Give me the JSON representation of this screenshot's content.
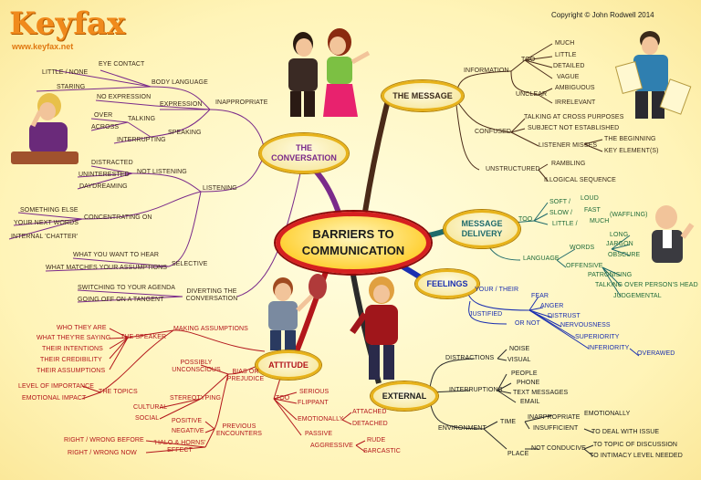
{
  "logo": {
    "title": "Keyfax",
    "url": "www.keyfax.net"
  },
  "copyright": "Copyright © John Rodwell 2014",
  "center": {
    "label": "BARRIERS TO COMMUNICATION"
  },
  "branches": {
    "conversation": {
      "label": "THE CONVERSATION"
    },
    "message": {
      "label": "THE MESSAGE"
    },
    "delivery": {
      "label": "MESSAGE DELIVERY"
    },
    "feelings": {
      "label": "FEELINGS"
    },
    "attitude": {
      "label": "ATTITUDE"
    },
    "external": {
      "label": "EXTERNAL"
    }
  },
  "conversation": {
    "inappropriate": "INAPPROPRIATE",
    "body_language": "BODY LANGUAGE",
    "eye_contact": "EYE CONTACT",
    "little_none": "LITTLE / NONE",
    "staring": "STARING",
    "expression": "EXPRESSION",
    "no_expression": "NO EXPRESSION",
    "speaking": "SPEAKING",
    "talking": "TALKING",
    "over": "OVER",
    "across": "ACROSS",
    "interrupting": "INTERRUPTING",
    "listening": "LISTENING",
    "not_listening": "NOT LISTENING",
    "distracted": "DISTRACTED",
    "uninterested": "UNINTERESTED",
    "daydreaming": "DAYDREAMING",
    "concentrating_on": "CONCENTRATING ON",
    "something_else": "SOMETHING ELSE",
    "your_next_words": "YOUR NEXT WORDS",
    "internal_chatter": "INTERNAL 'CHATTER'",
    "selective": "SELECTIVE",
    "want_to_hear": "WHAT YOU WANT TO HEAR",
    "matches_assumptions": "WHAT MATCHES YOUR ASSUMPTIONS",
    "diverting": "DIVERTING THE CONVERSATION",
    "switching_agenda": "SWITCHING TO YOUR AGENDA",
    "tangent": "GOING OFF ON A TANGENT"
  },
  "message": {
    "information": "INFORMATION",
    "too": "TOO",
    "much": "MUCH",
    "little": "LITTLE",
    "detailed": "DETAILED",
    "vague": "VAGUE",
    "unclear": "UNCLEAR",
    "ambiguous": "AMBIGUOUS",
    "irrelevant": "IRRELEVANT",
    "confused": "CONFUSED",
    "cross_purposes": "TALKING AT CROSS PURPOSES",
    "subject_not_established": "SUBJECT NOT ESTABLISHED",
    "listener_misses": "LISTENER MISSES",
    "the_beginning": "THE BEGINNING",
    "key_elements": "KEY ELEMENT(S)",
    "unstructured": "UNSTRUCTURED",
    "rambling": "RAMBLING",
    "illogical": "ILLOGICAL SEQUENCE"
  },
  "delivery": {
    "too": "TOO",
    "soft": "SOFT /",
    "loud": "LOUD",
    "slow": "SLOW /",
    "fast": "FAST",
    "little": "LITTLE /",
    "much": "MUCH",
    "waffling": "(WAFFLING)",
    "language": "LANGUAGE",
    "words": "WORDS",
    "long": "LONG",
    "jargon": "JARGON",
    "obscure": "OBSCURE",
    "offensive": "OFFENSIVE",
    "patronising": "PATRONISING",
    "talking_over": "TALKING OVER PERSON'S HEAD",
    "judgemental": "JUDGEMENTAL"
  },
  "feelings": {
    "your_their": "YOUR / THEIR",
    "fear": "FEAR",
    "anger": "ANGER",
    "distrust": "DISTRUST",
    "nervousness": "NERVOUSNESS",
    "superiority": "SUPERIORITY",
    "inferiority": "INFERIORITY",
    "overawed": "OVERAWED",
    "justified": "JUSTIFIED",
    "or_not": "OR NOT"
  },
  "attitude": {
    "making_assumptions": "MAKING ASSUMPTIONS",
    "the_speaker": "THE SPEAKER",
    "who_they_are": "WHO THEY ARE",
    "what_saying": "WHAT THEY'RE SAYING",
    "intentions": "THEIR INTENTIONS",
    "credibility": "THEIR CREDIBILITY",
    "assumptions": "THEIR ASSUMPTIONS",
    "the_topics": "THE TOPICS",
    "level_importance": "LEVEL OF IMPORTANCE",
    "emotional_impact": "EMOTIONAL IMPACT",
    "bias": "BIAS OR PREJUDICE",
    "possibly_unconscious": "POSSIBLY UNCONSCIOUS",
    "stereotyping": "STEREOTYPING",
    "cultural": "CULTURAL",
    "social": "SOCIAL",
    "previous_encounters": "PREVIOUS ENCOUNTERS",
    "positive": "POSITIVE",
    "negative": "NEGATIVE",
    "halo_horns": "'HALO & HORNS' EFFECT",
    "right_wrong_before": "RIGHT / WRONG BEFORE",
    "right_wrong_now": "RIGHT / WRONG NOW",
    "too": "TOO",
    "serious": "SERIOUS",
    "flippant": "FLIPPANT",
    "emotionally": "EMOTIONALLY",
    "attached": "ATTACHED",
    "detached": "DETACHED",
    "passive": "PASSIVE",
    "aggressive": "AGGRESSIVE",
    "rude": "RUDE",
    "sarcastic": "SARCASTIC"
  },
  "external": {
    "distractions": "DISTRACTIONS",
    "noise": "NOISE",
    "visual": "VISUAL",
    "interruptions": "INTERRUPTIONS",
    "people": "PEOPLE",
    "phone": "PHONE",
    "text_messages": "TEXT MESSAGES",
    "email": "EMAIL",
    "environment": "ENVIRONMENT",
    "time": "TIME",
    "inappropriate": "INAPPROPRIATE",
    "emotionally": "EMOTIONALLY",
    "insufficient": "INSUFFICIENT",
    "deal_with_issue": "TO DEAL WITH ISSUE",
    "place": "PLACE",
    "not_conducive": "NOT CONDUCIVE",
    "topic_discussion": "TO TOPIC OF DISCUSSION",
    "intimacy": "TO INTIMACY LEVEL NEEDED"
  },
  "colors": {
    "accent": "#f08a1c",
    "red": "#b3161b",
    "blue": "#1a2fb0",
    "green": "#1f6b3a",
    "bubble_border": "#e7b21a"
  }
}
